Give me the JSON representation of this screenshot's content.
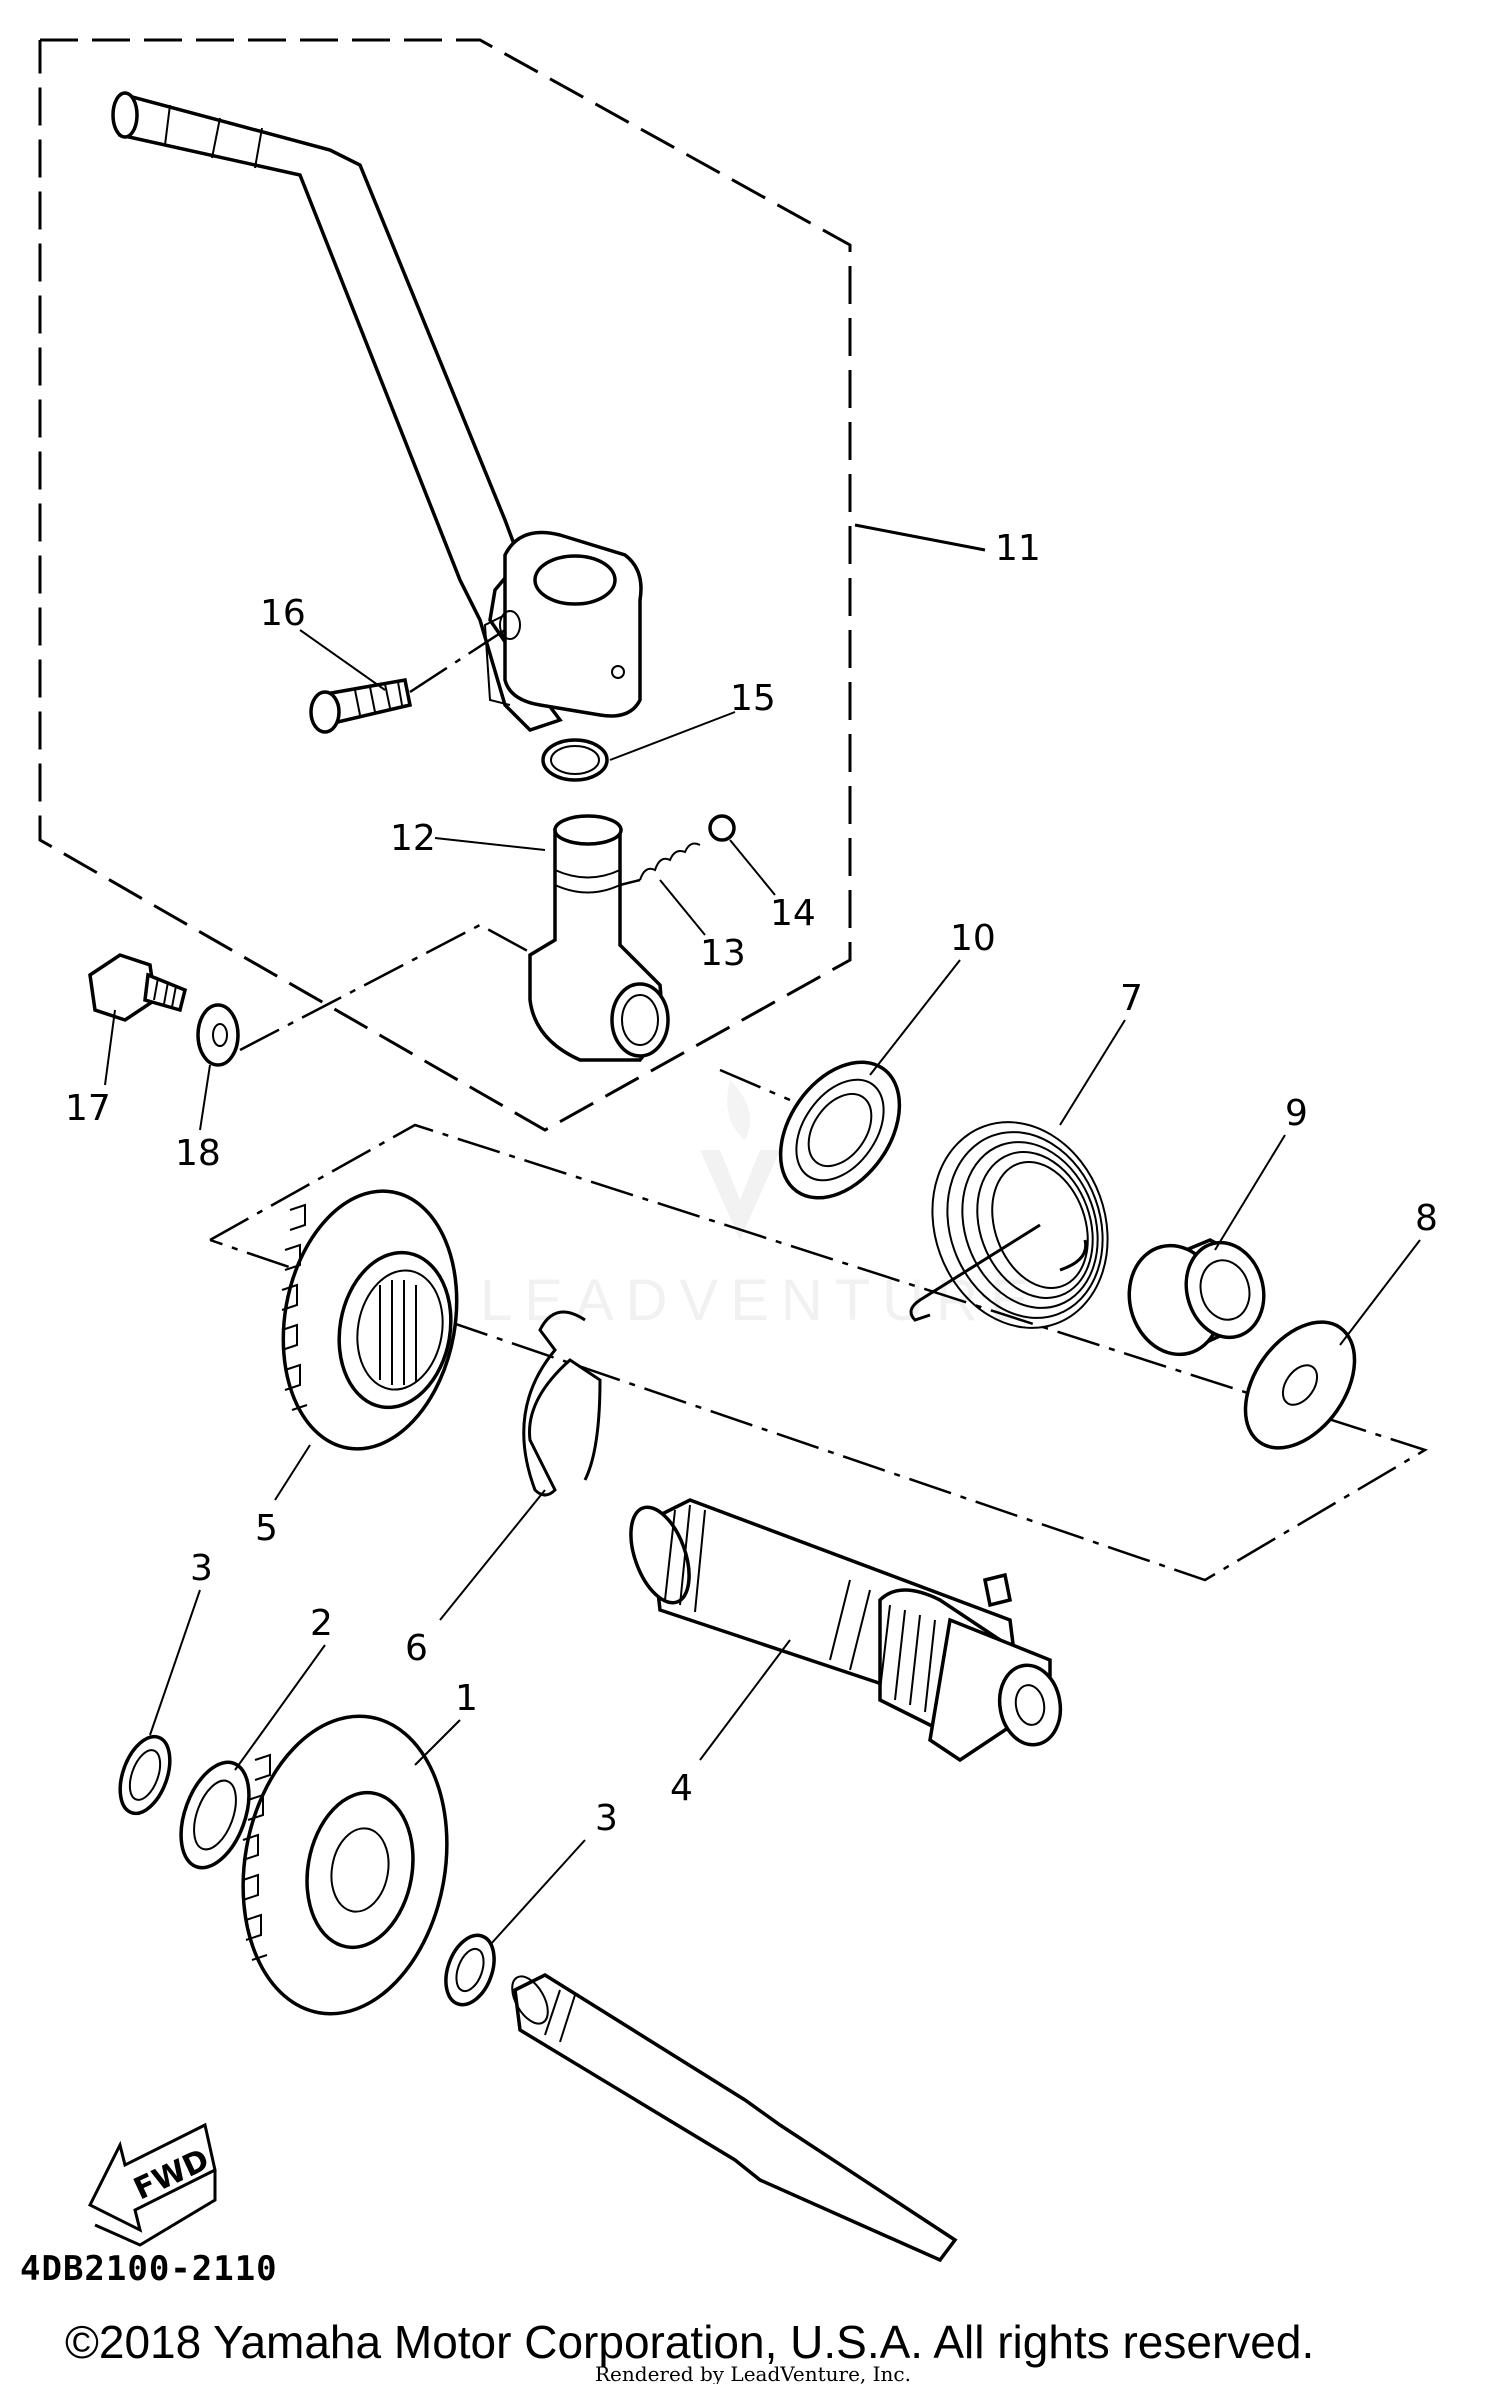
{
  "diagram": {
    "callouts": [
      {
        "id": "c11",
        "label": "11"
      },
      {
        "id": "c16",
        "label": "16"
      },
      {
        "id": "c15",
        "label": "15"
      },
      {
        "id": "c12",
        "label": "12"
      },
      {
        "id": "c13",
        "label": "13"
      },
      {
        "id": "c14",
        "label": "14"
      },
      {
        "id": "c17",
        "label": "17"
      },
      {
        "id": "c18",
        "label": "18"
      },
      {
        "id": "c10",
        "label": "10"
      },
      {
        "id": "c7",
        "label": "7"
      },
      {
        "id": "c9",
        "label": "9"
      },
      {
        "id": "c8",
        "label": "8"
      },
      {
        "id": "c5",
        "label": "5"
      },
      {
        "id": "c6",
        "label": "6"
      },
      {
        "id": "c3a",
        "label": "3"
      },
      {
        "id": "c2",
        "label": "2"
      },
      {
        "id": "c1",
        "label": "1"
      },
      {
        "id": "c4",
        "label": "4"
      },
      {
        "id": "c3b",
        "label": "3"
      }
    ],
    "fwd_label": "FWD",
    "doc_code": "4DB2100-2110",
    "watermark_text": "LEADVENTURE",
    "copyright": "©2018 Yamaha Motor Corporation, U.S.A. All rights reserved.",
    "rendered_by": "Rendered by LeadVenture, Inc."
  }
}
